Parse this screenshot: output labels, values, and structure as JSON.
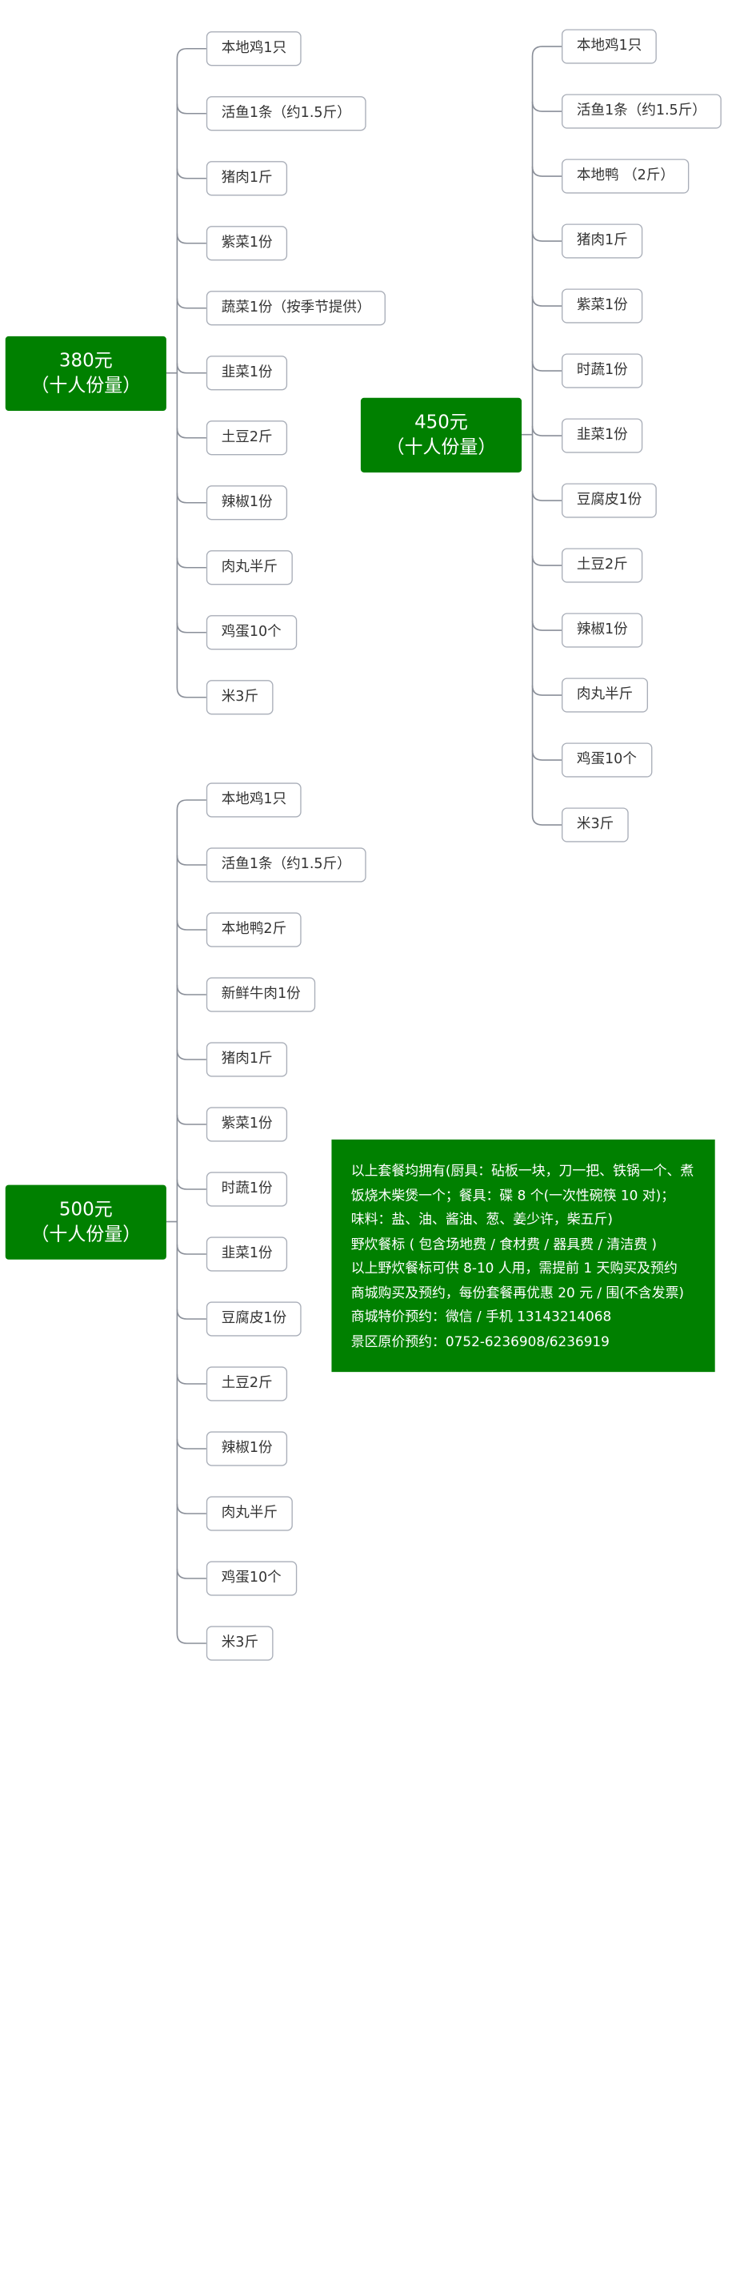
{
  "groups": [
    {
      "price": "380元",
      "portion": "（十人份量）",
      "items": [
        "本地鸡1只",
        "活鱼1条（约1.5斤）",
        "猪肉1斤",
        "紫菜1份",
        "蔬菜1份（按季节提供）",
        "韭菜1份",
        "土豆2斤",
        "辣椒1份",
        "肉丸半斤",
        "鸡蛋10个",
        "米3斤"
      ]
    },
    {
      "price": "450元",
      "portion": "（十人份量）",
      "items": [
        "本地鸡1只",
        "活鱼1条（约1.5斤）",
        "本地鸭 （2斤）",
        "猪肉1斤",
        "紫菜1份",
        "时蔬1份",
        "韭菜1份",
        "豆腐皮1份",
        "土豆2斤",
        "辣椒1份",
        "肉丸半斤",
        "鸡蛋10个",
        "米3斤"
      ]
    },
    {
      "price": "500元",
      "portion": "（十人份量）",
      "items": [
        "本地鸡1只",
        "活鱼1条（约1.5斤）",
        "本地鸭2斤",
        "新鲜牛肉1份",
        "猪肉1斤",
        "紫菜1份",
        "时蔬1份",
        "韭菜1份",
        "豆腐皮1份",
        "土豆2斤",
        "辣椒1份",
        "肉丸半斤",
        "鸡蛋10个",
        "米3斤"
      ]
    }
  ],
  "note": {
    "lines": [
      "以上套餐均拥有(厨具：砧板一块，刀一把、铁锅一个、煮",
      "饭烧木柴煲一个；餐具：碟 8 个(一次性碗筷 10 对)；",
      "味料：盐、油、酱油、葱、姜少许，柴五斤)",
      "野炊餐标 ( 包含场地费 / 食材费 / 器具费 / 清洁费 )",
      "以上野炊餐标可供 8-10 人用，需提前 1 天购买及预约",
      "商城购买及预约，每份套餐再优惠 20 元 / 围(不含发票)",
      "商城特价预约：微信 / 手机 13143214068",
      "景区原价预约：0752-6236908/6236919"
    ]
  },
  "colors": {
    "root_fill": "#008000",
    "root_text": "#ffffff",
    "leaf_border": "#a9aeb8",
    "leaf_text": "#333333",
    "connector": "#8a8f99"
  }
}
